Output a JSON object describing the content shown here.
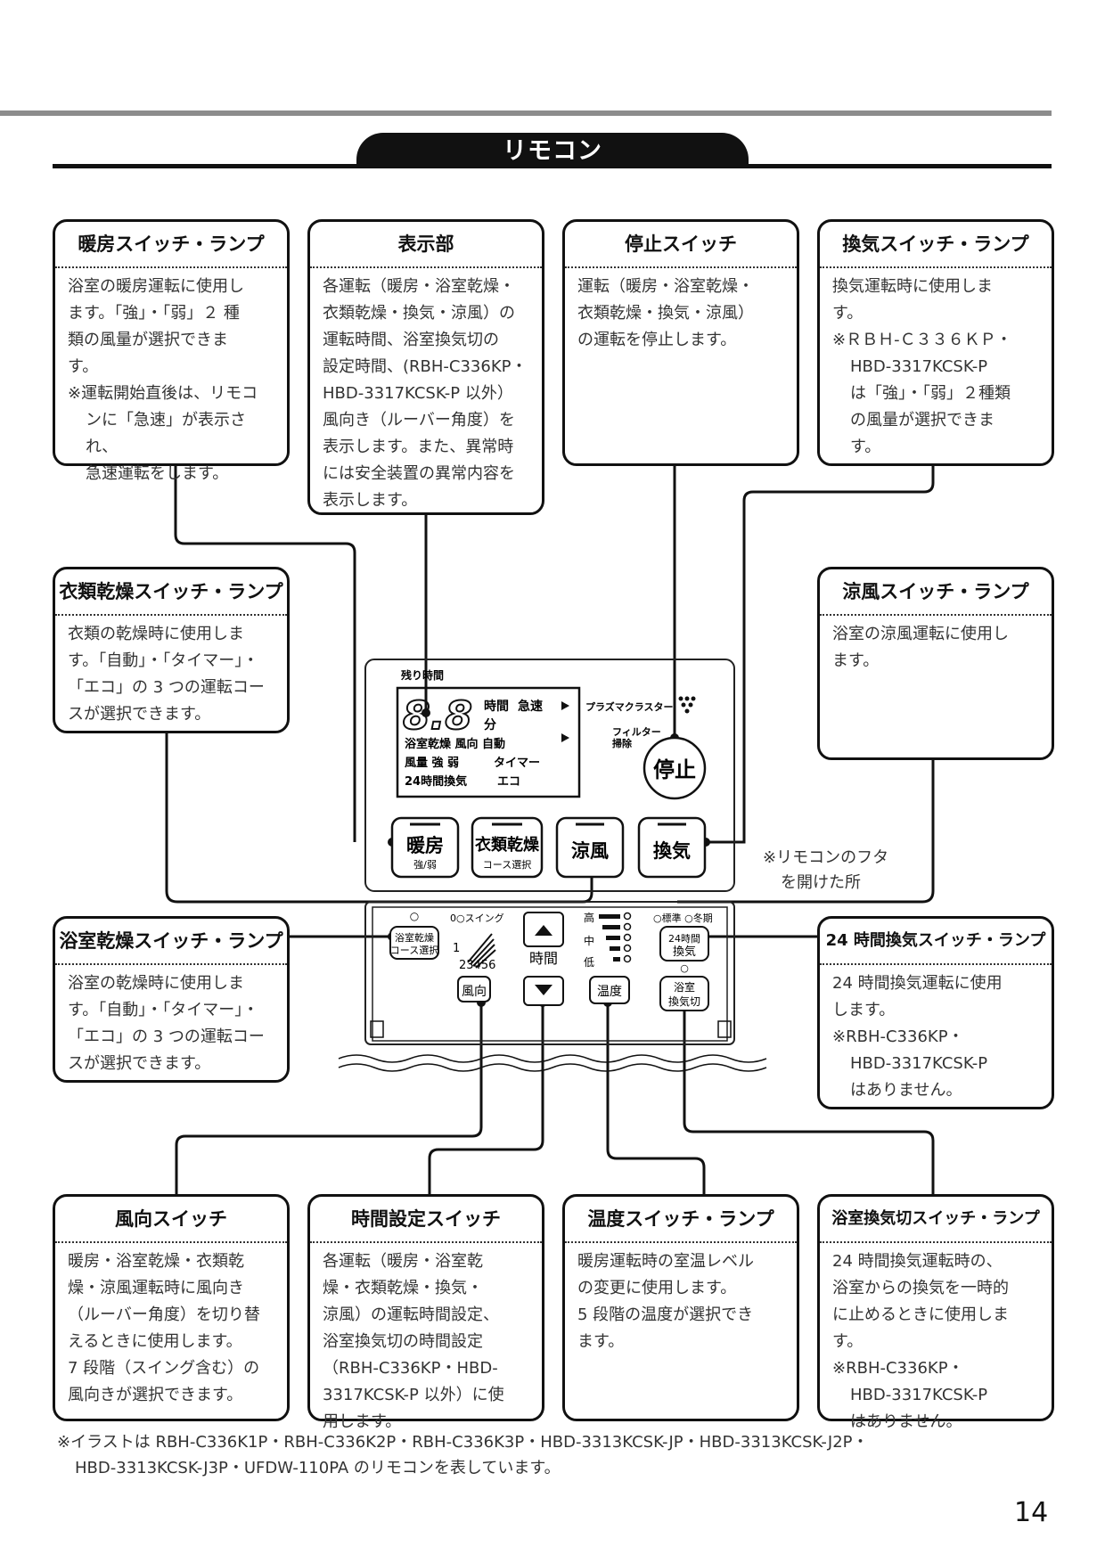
{
  "header": {
    "title": "リモコン"
  },
  "boxes": {
    "danbo": {
      "title": "暖房スイッチ・ランプ",
      "lines": [
        "浴室の暖房運転に使用し",
        "ます。「強」・「弱」２ 種",
        "類の風量が選択できま",
        "す。"
      ],
      "notes": [
        "※運転開始直後は、リモコ",
        "ンに「急速」が表示され、",
        "急速運転をします。"
      ]
    },
    "hyoji": {
      "title": "表示部",
      "lines": [
        "各運転（暖房・浴室乾燥・",
        "衣類乾燥・換気・涼風）の",
        "運転時間、浴室換気切の",
        "設定時間、(RBH-C336KP・",
        "HBD-3317KCSK-P 以外）",
        "風向き（ルーバー角度）を",
        "表示します。また、異常時",
        "には安全装置の異常内容を",
        "表示します。"
      ]
    },
    "teishi": {
      "title": "停止スイッチ",
      "lines": [
        "運転（暖房・浴室乾燥・",
        "衣類乾燥・換気・涼風）",
        "の運転を停止します。"
      ]
    },
    "kanki": {
      "title": "換気スイッチ・ランプ",
      "lines": [
        "換気運転時に使用しま",
        "す。"
      ],
      "notes": [
        "※ＲＢＨ-Ｃ３３６ＫＰ・",
        "HBD-3317KCSK-P",
        "は「強」・「弱」２種類",
        "の風量が選択できま",
        "す。"
      ]
    },
    "irui": {
      "title": "衣類乾燥スイッチ・ランプ",
      "lines": [
        "衣類の乾燥時に使用しま",
        "す。「自動」・「タイマー」・",
        "「エコ」の 3 つの運転コー",
        "スが選択できます。"
      ]
    },
    "ryofu": {
      "title": "涼風スイッチ・ランプ",
      "lines": [
        "浴室の涼風運転に使用し",
        "ます。"
      ]
    },
    "yokushitsu": {
      "title": "浴室乾燥スイッチ・ランプ",
      "lines": [
        "浴室の乾燥時に使用しま",
        "す。「自動」・「タイマー」・",
        "「エコ」の 3 つの運転コー",
        "スが選択できます。"
      ]
    },
    "kanki24": {
      "title": "24 時間換気スイッチ・ランプ",
      "lines": [
        "24 時間換気運転に使用",
        "します。"
      ],
      "notes": [
        "※RBH-C336KP・",
        "HBD-3317KCSK-P",
        "はありません。"
      ]
    },
    "fuko": {
      "title": "風向スイッチ",
      "lines": [
        "暖房・浴室乾燥・衣類乾",
        "燥・涼風運転時に風向き",
        "（ルーバー角度）を切り替",
        "えるときに使用します。",
        "7 段階（スイング含む）の",
        "風向きが選択できます。"
      ]
    },
    "jikan": {
      "title": "時間設定スイッチ",
      "lines": [
        "各運転（暖房・浴室乾",
        "燥・衣類乾燥・換気・",
        "涼風）の運転時間設定、",
        "浴室換気切の時間設定",
        "（RBH-C336KP・HBD-",
        "3317KCSK-P 以外）に使",
        "用します。"
      ]
    },
    "ondo": {
      "title": "温度スイッチ・ランプ",
      "lines": [
        "暖房運転時の室温レベル",
        "の変更に使用します。",
        "5 段階の温度が選択でき",
        "ます。"
      ]
    },
    "kankikiri": {
      "title": "浴室換気切スイッチ・ランプ",
      "lines": [
        "24 時間換気運転時の、",
        "浴室からの換気を一時的",
        "に止めるときに使用しま",
        "す。"
      ],
      "notes": [
        "※RBH-C336KP・",
        "HBD-3317KCSK-P",
        "はありません。"
      ]
    }
  },
  "remote": {
    "display": {
      "zan_label": "残り時間",
      "digits": "8.8",
      "jikan": "時間",
      "kyusoku": "急速",
      "fun": "分",
      "row2": "浴室乾燥 風向 自動",
      "row3a": "風量 強 弱",
      "row3b": "タイマー",
      "row4a": "24時間換気",
      "row4b": "エコ",
      "plasma": "プラズマクラスター",
      "filter1": "フィルター",
      "filter2": "掃除"
    },
    "buttons": {
      "teishi": "停止",
      "danbo": "暖房",
      "danbo_sub": "強/弱",
      "irui": "衣類乾燥",
      "irui_sub": "コース選択",
      "ryofu": "涼風",
      "kanki": "換気"
    },
    "cover_note": [
      "※リモコンのフタ",
      "を開けた所"
    ],
    "lower": {
      "yoku1": "浴室乾燥",
      "yoku2": "コース選択",
      "swing": "0○スイング",
      "n1": "1",
      "n2": "23456",
      "fuko": "風向",
      "jikan": "時間",
      "taka": "高",
      "naka": "中",
      "tei": "低",
      "ondo": "温度",
      "hyojun": "○標準 ○冬期",
      "h24a": "24時間",
      "h24b": "換気",
      "ykk1": "浴室",
      "ykk2": "換気切"
    }
  },
  "footnote": [
    "※イラストは RBH-C336K1P・RBH-C336K2P・RBH-C336K3P・HBD-3313KCSK-JP・HBD-3313KCSK-J2P・",
    "HBD-3313KCSK-J3P・UFDW-110PA のリモコンを表しています。"
  ],
  "page_number": "14"
}
